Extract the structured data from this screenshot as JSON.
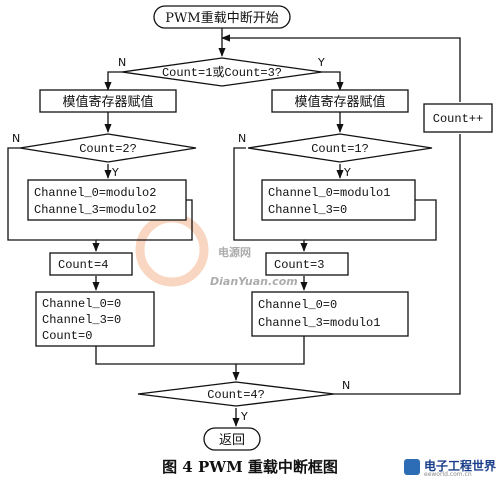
{
  "nodes": {
    "start": "PWM重载中断开始",
    "cond_main": "Count=1或Count=3?",
    "assign_left": "模值寄存器赋值",
    "assign_right": "模值寄存器赋值",
    "cond_left": "Count=2?",
    "left_set": [
      "Channel_0=modulo2",
      "Channel_3=modulo2"
    ],
    "left_count": "Count=4",
    "left_reset": [
      "Channel_0=0",
      "Channel_3=0",
      "Count=0"
    ],
    "cond_right": "Count=1?",
    "right_set": [
      "Channel_0=modulo1",
      "Channel_3=0"
    ],
    "right_count": "Count=3",
    "right_reset": [
      "Channel_0=0",
      "Channel_3=modulo1"
    ],
    "cond_bottom": "Count=4?",
    "end": "返回",
    "increment": "Count++"
  },
  "edge_labels": {
    "main_no": "N",
    "main_yes": "Y",
    "left_no": "N",
    "left_yes": "Y",
    "right_no": "N",
    "right_yes": "Y",
    "bottom_no": "N",
    "bottom_yes": "Y"
  },
  "caption": "图 4  PWM 重载中断框图",
  "watermark": {
    "cn": "电源网",
    "en": "DianYuan.com"
  },
  "corner_logo": {
    "title": "电子工程世界",
    "url": "eeworld.com.cn"
  },
  "colors": {
    "lines": "#111111",
    "watermark": "#f08c50"
  }
}
